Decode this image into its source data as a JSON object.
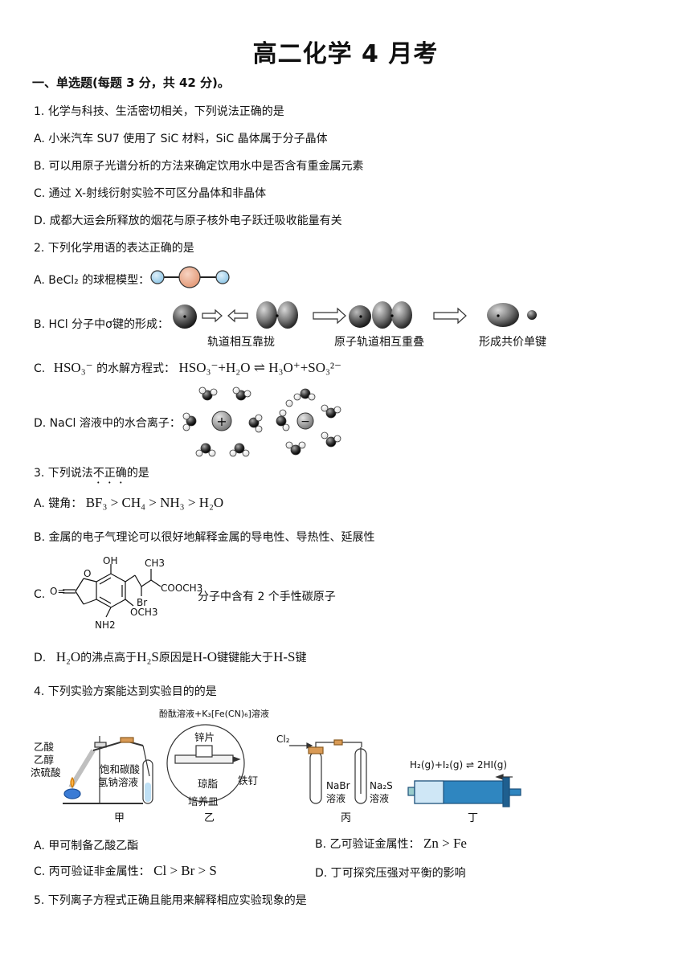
{
  "title": "高二化学 4 月考",
  "section": "一、单选题(每题 3 分，共 42 分)。",
  "q1": {
    "stem": "1.  化学与科技、生活密切相关，下列说法正确的是",
    "A": "A.  小米汽车 SU7 使用了 SiC 材料，SiC 晶体属于分子晶体",
    "B": "B.  可以用原子光谱分析的方法来确定饮用水中是否含有重金属元素",
    "C": "C.  通过 X-射线衍射实验不可区分晶体和非晶体",
    "D": "D.  成都大运会所释放的烟花与原子核外电子跃迁吸收能量有关"
  },
  "q2": {
    "stem": "2.  下列化学用语的表达正确的是",
    "A": "A. BeCl₂ 的球棍模型：",
    "B": "B. HCl 分子中σ键的形成：",
    "B_captions": [
      "轨道相互靠拢",
      "原子轨道相互重叠",
      "形成共价单键"
    ],
    "C_prefix": "C.",
    "C_mid": "的水解方程式：",
    "C_ion": "HSO₃⁻",
    "C_eq": "HSO₃⁻+H₂O ⇌ H₃O⁺+SO₃²⁻",
    "D": "D. NaCl 溶液中的水合离子："
  },
  "q3": {
    "stem_pre": "3.  下列说法",
    "stem_emph": "不正确",
    "stem_post": "的是",
    "A_prefix": "A.  键角：",
    "A_expr": "BF₃ > CH₄ > NH₃ > H₂O",
    "B": "B.  金属的电子气理论可以很好地解释金属的导电性、导热性、延展性",
    "C_prefix": "C.",
    "C_text": "分子中含有 2 个手性碳原子",
    "C_struct": {
      "oh": "OH",
      "ch3": "CH3",
      "cooch3": "COOCH3",
      "br": "Br",
      "och3": "OCH3",
      "nh2": "NH2",
      "o": "O",
      "oeq": "O="
    },
    "D_prefix": "D.",
    "D_a": "H₂O",
    "D_b": "的沸点高于",
    "D_c": "H₂S",
    "D_d": "原因是",
    "D_e": "H-O",
    "D_f": "键键能大于",
    "D_g": "H-S",
    "D_h": "键"
  },
  "q4": {
    "stem": "4.  下列实验方案能达到实验目的的是",
    "fig": {
      "jia_labels": [
        "乙酸",
        "乙醇",
        "浓硫酸",
        "饱和碳酸",
        "氢钠溶液"
      ],
      "yi_top": "酚酞溶液+K₃[Fe(CN)₆]溶液",
      "yi_labels": [
        "锌片",
        "琼脂",
        "铁钉",
        "培养皿"
      ],
      "bing_labels": [
        "Cl₂",
        "NaBr",
        "溶液",
        "Na₂S",
        "溶液"
      ],
      "ding_eq": "H₂(g)+I₂(g) ⇌ 2HI(g)",
      "names": [
        "甲",
        "乙",
        "丙",
        "丁"
      ]
    },
    "A": "A.  甲可制备乙酸乙酯",
    "B_prefix": "B.  乙可验证金属性：",
    "B_expr": "Zn > Fe",
    "C_prefix": "C.  丙可验证非金属性：",
    "C_expr": "Cl > Br > S",
    "D": "D.  丁可探究压强对平衡的影响"
  },
  "q5": {
    "stem": "5.  下列离子方程式正确且能用来解释相应实验现象的是"
  },
  "colors": {
    "text": "#111111",
    "be_atom": "#e8a88a",
    "cl_atom": "#a8d4ee",
    "syringe": "#2f86c0"
  }
}
